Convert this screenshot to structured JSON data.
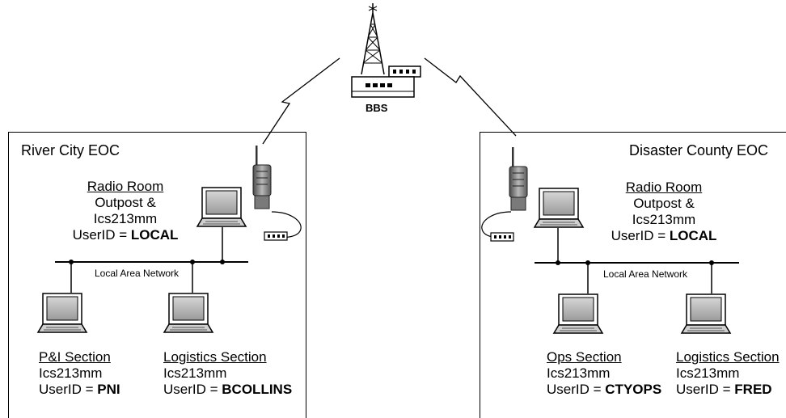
{
  "bbs": {
    "label": "BBS"
  },
  "left_eoc": {
    "title": "River City EOC",
    "lan_label": "Local Area Network",
    "radio_room": {
      "title": "Radio Room",
      "line1": "Outpost &",
      "line2": "Ics213mm",
      "userid_prefix": "UserID = ",
      "userid": "LOCAL"
    },
    "stations": [
      {
        "title": "P&I Section",
        "app": "Ics213mm",
        "userid_prefix": "UserID = ",
        "userid": "PNI"
      },
      {
        "title": "Logistics Section",
        "app": "Ics213mm",
        "userid_prefix": "UserID = ",
        "userid": "BCOLLINS"
      }
    ]
  },
  "right_eoc": {
    "title": "Disaster County EOC",
    "lan_label": "Local Area Network",
    "radio_room": {
      "title": "Radio Room",
      "line1": "Outpost &",
      "line2": "Ics213mm",
      "userid_prefix": "UserID = ",
      "userid": "LOCAL"
    },
    "stations": [
      {
        "title": "Ops Section",
        "app": "Ics213mm",
        "userid_prefix": "UserID = ",
        "userid": "CTYOPS"
      },
      {
        "title": "Logistics Section",
        "app": "Ics213mm",
        "userid_prefix": "UserID = ",
        "userid": "FRED"
      }
    ]
  }
}
